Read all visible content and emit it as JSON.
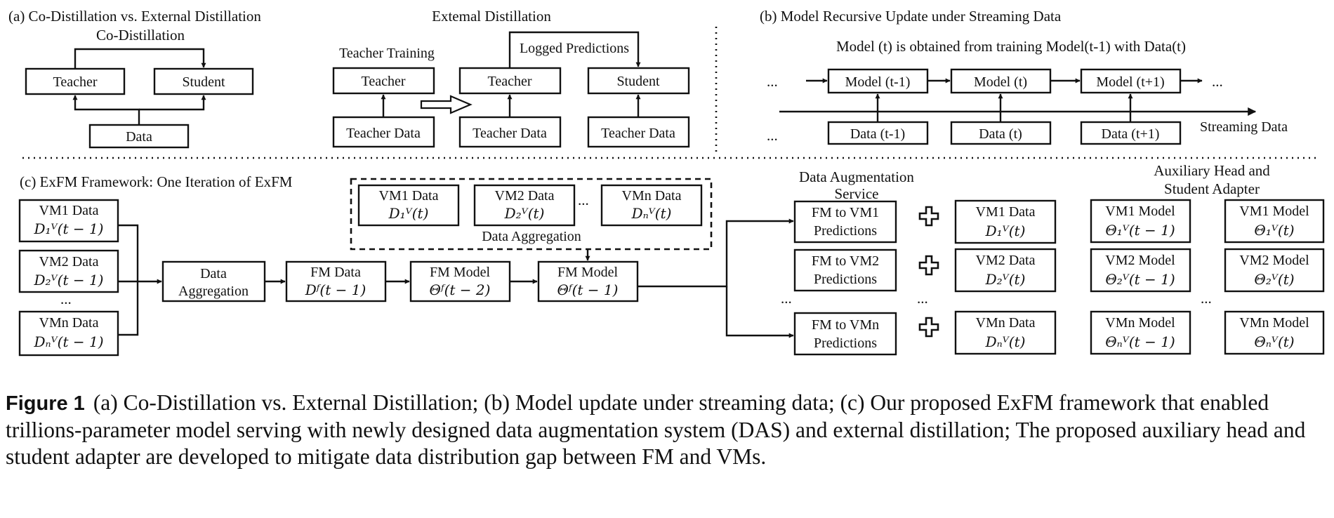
{
  "panel_a": {
    "title": "(a) Co-Distillation vs. External Distillation",
    "co_title": "Co-Distillation",
    "ext_title": "Extemal Distillation",
    "teacher": "Teacher",
    "student": "Student",
    "data": "Data",
    "teacher_training": "Teacher Training",
    "logged_predictions": "Logged Predictions",
    "teacher_data": "Teacher Data"
  },
  "panel_b": {
    "title": "(b) Model Recursive Update under Streaming Data",
    "subtitle": "Model (t) is obtained from training Model(t-1) with Data(t)",
    "models": [
      "Model (t-1)",
      "Model (t)",
      "Model (t+1)"
    ],
    "datas": [
      "Data (t-1)",
      "Data (t)",
      "Data (t+1)"
    ],
    "ellipsis": "...",
    "streaming": "Streaming Data"
  },
  "panel_c": {
    "title": "(c) ExFM Framework: One Iteration of ExFM",
    "vm_prev": [
      {
        "label": "VM1 Data",
        "math": "D₁ⱽ(t − 1)"
      },
      {
        "label": "VM2 Data",
        "math": "D₂ⱽ(t − 1)"
      },
      {
        "label": "VMn Data",
        "math": "Dₙⱽ(t − 1)"
      }
    ],
    "vm_curr": [
      {
        "label": "VM1 Data",
        "math": "D₁ⱽ(t)"
      },
      {
        "label": "VM2 Data",
        "math": "D₂ⱽ(t)"
      },
      {
        "label": "VMn Data",
        "math": "Dₙⱽ(t)"
      }
    ],
    "data_aggregation_l1": "Data",
    "data_aggregation_l2": "Aggregation",
    "data_aggregation_dashed": "Data Aggregation",
    "fm_data": {
      "label": "FM Data",
      "math": "Dᶠ(t − 1)"
    },
    "fm_model_a": {
      "label": "FM Model",
      "math": "Θᶠ(t − 2)"
    },
    "fm_model_b": {
      "label": "FM Model",
      "math": "Θᶠ(t − 1)"
    },
    "das_l1": "Data Augmentation",
    "das_l2": "Service",
    "preds": [
      {
        "l1": "FM to VM1",
        "l2": "Predictions"
      },
      {
        "l1": "FM to VM2",
        "l2": "Predictions"
      },
      {
        "l1": "FM to VMn",
        "l2": "Predictions"
      }
    ],
    "aux_l1": "Auxiliary Head and",
    "aux_l2": "Student Adapter",
    "vm_models_prev": [
      {
        "label": "VM1 Model",
        "math": "Θ₁ⱽ(t − 1)"
      },
      {
        "label": "VM2 Model",
        "math": "Θ₂ⱽ(t − 1)"
      },
      {
        "label": "VMn Model",
        "math": "Θₙⱽ(t − 1)"
      }
    ],
    "vm_models_curr": [
      {
        "label": "VM1 Model",
        "math": "Θ₁ⱽ(t)"
      },
      {
        "label": "VM2 Model",
        "math": "Θ₂ⱽ(t)"
      },
      {
        "label": "VMn Model",
        "math": "Θₙⱽ(t)"
      }
    ],
    "ellipsis": "..."
  },
  "caption": {
    "label": "Figure 1",
    "text": "(a) Co-Distillation vs. External Distillation; (b) Model update under streaming data; (c) Our proposed ExFM framework that enabled trillions-parameter model serving with newly designed data augmentation system (DAS) and external distillation; The proposed auxiliary head and student adapter are developed to mitigate data distribution gap between FM and VMs."
  }
}
